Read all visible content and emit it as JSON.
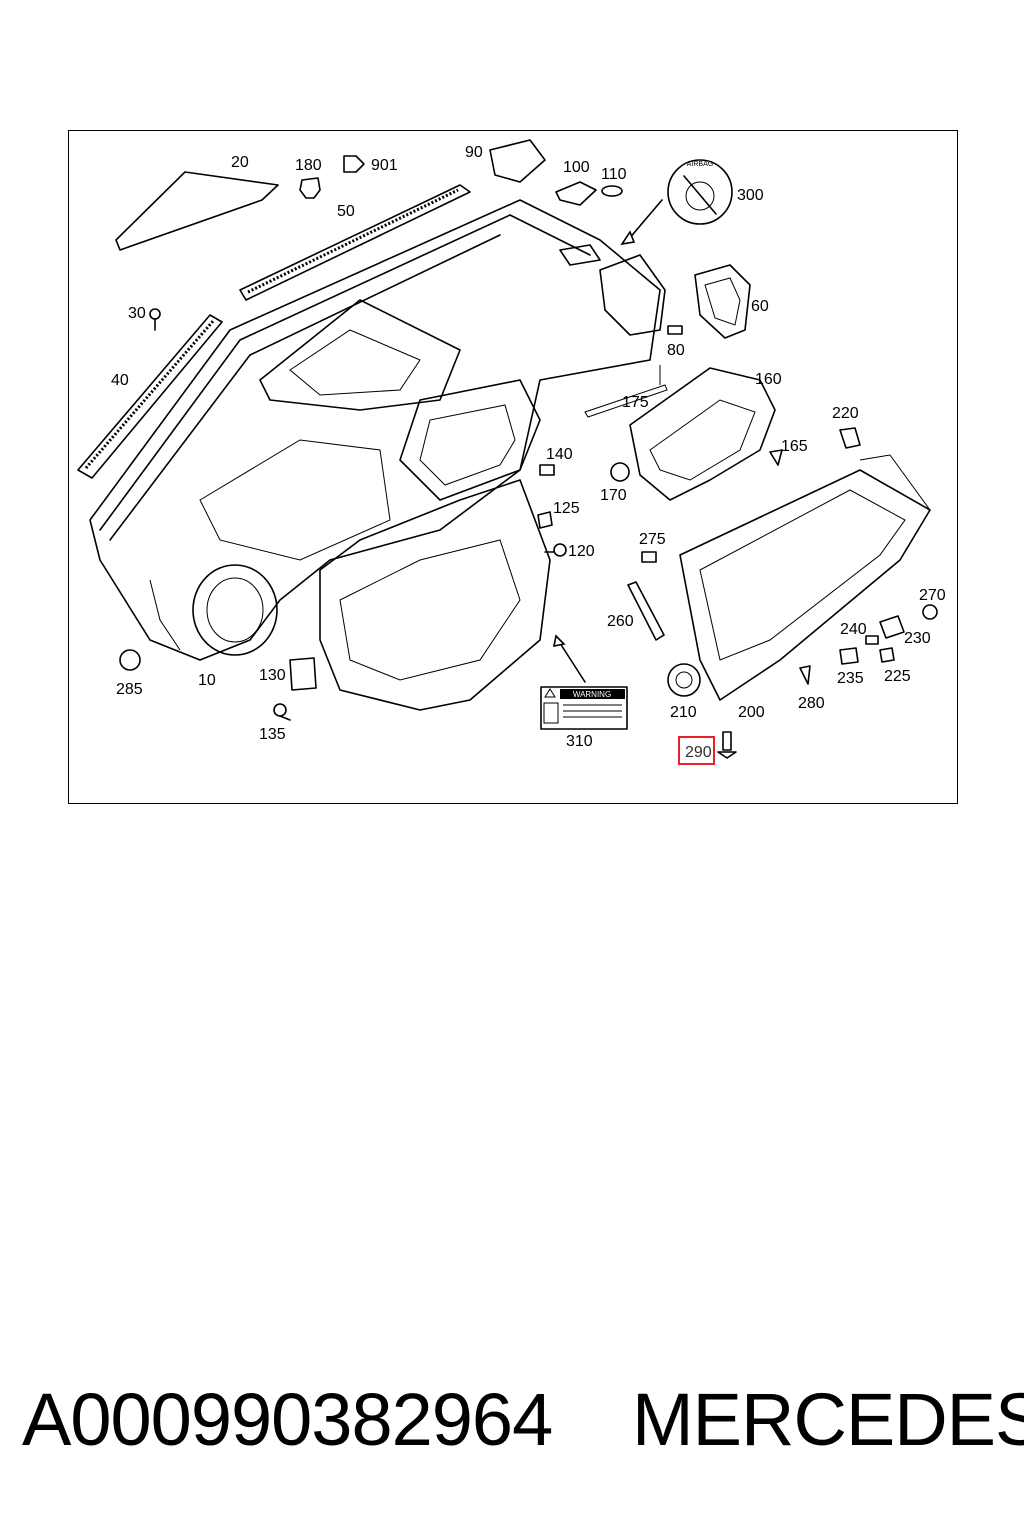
{
  "diagram": {
    "labels": [
      "20",
      "180",
      "901",
      "90",
      "100",
      "110",
      "300",
      "50",
      "30",
      "40",
      "60",
      "80",
      "160",
      "175",
      "220",
      "165",
      "140",
      "170",
      "125",
      "120",
      "275",
      "270",
      "240",
      "230",
      "260",
      "235",
      "225",
      "285",
      "10",
      "130",
      "280",
      "210",
      "200",
      "135",
      "310",
      "290"
    ],
    "highlighted_label": "290",
    "highlight_color": "#e8202a",
    "warning_label_text": "WARNING",
    "airbag_badge_text": "AIRBAG"
  },
  "footer": {
    "part_number": "A000990382964",
    "brand": "MERCEDES"
  }
}
